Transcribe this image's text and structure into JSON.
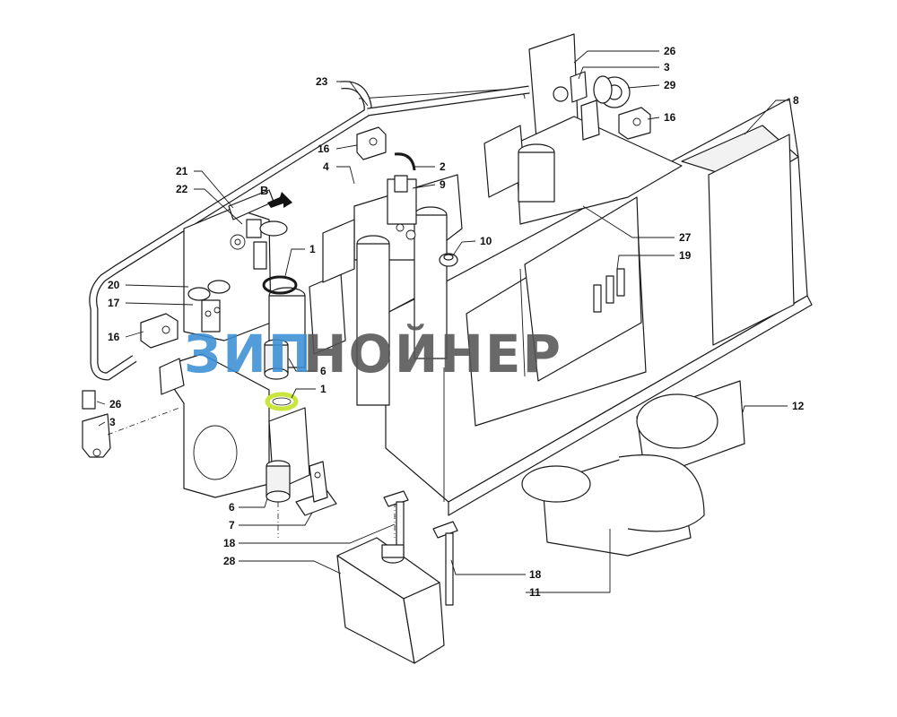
{
  "callouts": {
    "c23": "23",
    "c26a": "26",
    "c3a": "3",
    "c29": "29",
    "c16a": "16",
    "c8": "8",
    "c16b": "16",
    "c2": "2",
    "c4": "4",
    "c9": "9",
    "c21": "21",
    "c22": "22",
    "c10": "10",
    "c27": "27",
    "c19": "19",
    "c1a": "1",
    "c20": "20",
    "c17": "17",
    "c16c": "16",
    "c6a": "6",
    "c1b": "1",
    "c26b": "26",
    "c3b": "3",
    "c12": "12",
    "c6b": "6",
    "c7": "7",
    "c18a": "18",
    "c28": "28",
    "c18b": "18",
    "c11": "11"
  },
  "view_arrow": {
    "label": "B"
  },
  "watermark": {
    "prefix": "ЗИП",
    "suffix": "НОЙНЕР",
    "accent_color": "#3b8fd6",
    "main_color": "#555555"
  },
  "highlight_color": "#c8e63c"
}
